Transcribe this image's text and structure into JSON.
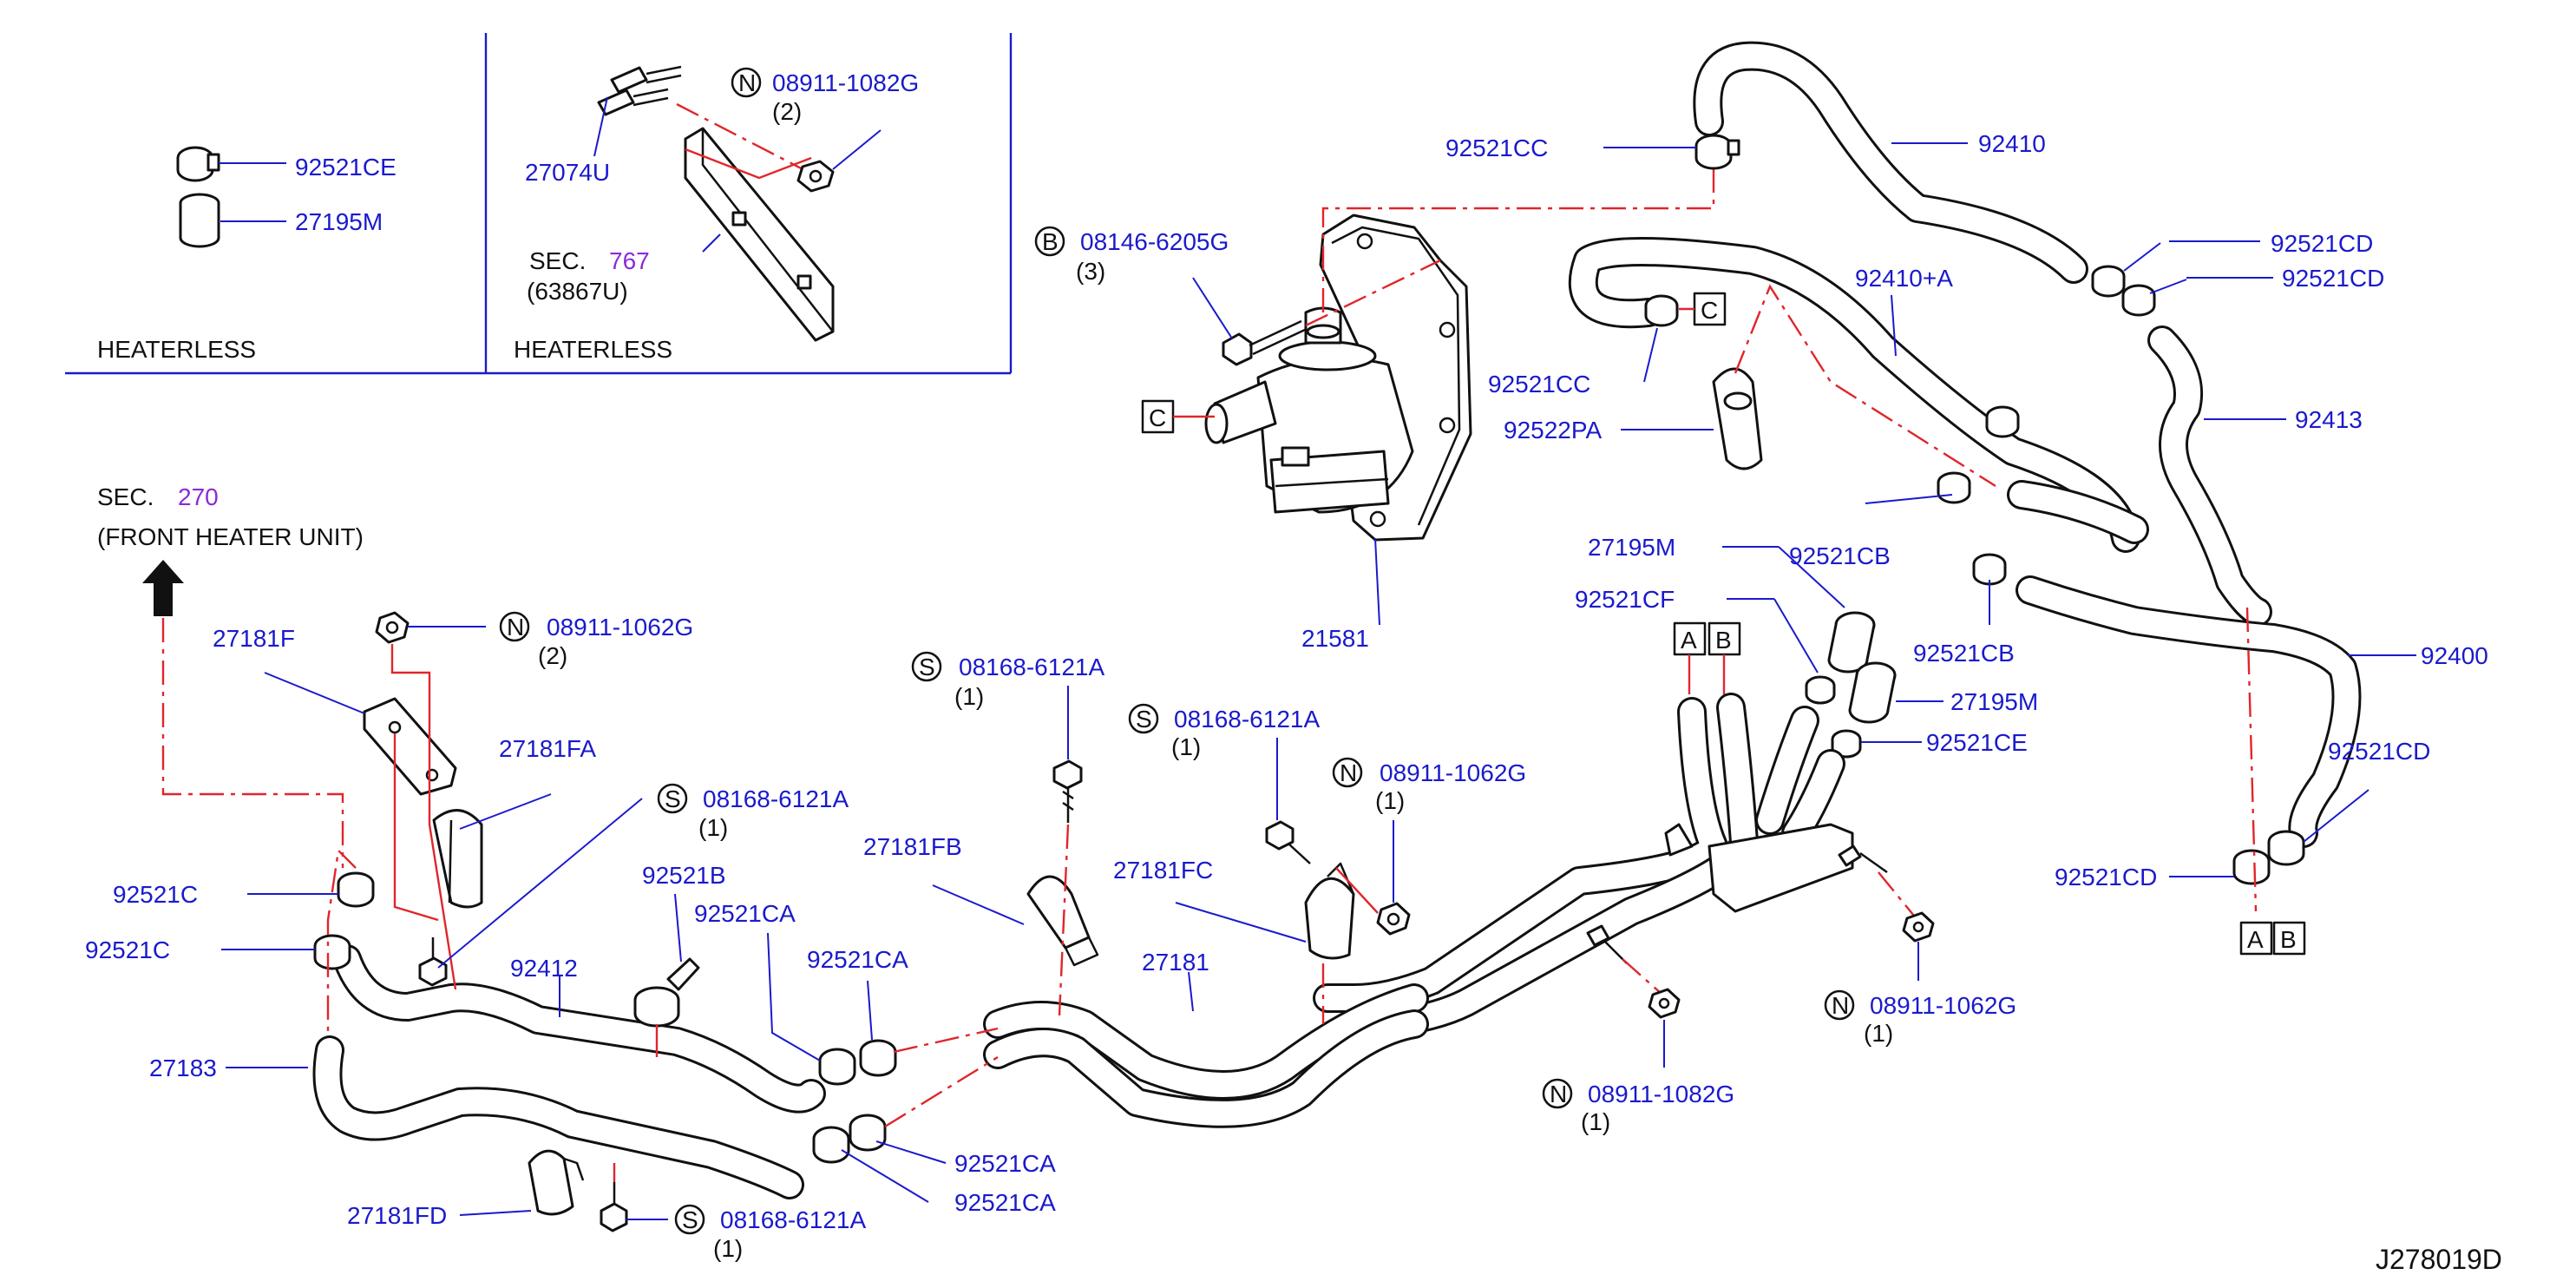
{
  "diagram_id": "J278019D",
  "sections": {
    "heaterless_left": "HEATERLESS",
    "heaterless_right": "HEATERLESS",
    "sec_767_prefix": "SEC.",
    "sec_767_number": "767",
    "sec_767_part": "(63867U)",
    "sec_270_prefix": "SEC.",
    "sec_270_number": "270",
    "sec_270_desc": "(FRONT   HEATER   UNIT)"
  },
  "symbols": {
    "n": "N",
    "s": "S",
    "b": "B"
  },
  "connectors": {
    "a": "A",
    "b": "B",
    "c": "C"
  },
  "labels": {
    "p92521CE_top": "92521CE",
    "p27195M_top": "27195M",
    "p27074U": "27074U",
    "p08911_1082G_top": "08911-1082G",
    "q_08911_1082G_top": "(2)",
    "p92521CC_top": "92521CC",
    "p92410": "92410",
    "p08146_6205G": "08146-6205G",
    "q_08146_6205G": "(3)",
    "p92410A": "92410+A",
    "p92521CD_1": "92521CD",
    "p92521CD_2": "92521CD",
    "p92521CC_mid": "92521CC",
    "p92522PA": "92522PA",
    "p92413": "92413",
    "p27195M_mid": "27195M",
    "p92521CB_1": "92521CB",
    "p21581": "21581",
    "p92521CF": "92521CF",
    "p92521CB_2": "92521CB",
    "p92400": "92400",
    "p27181F": "27181F",
    "p08911_1062G_top": "08911-1062G",
    "q_08911_1062G_top": "(2)",
    "p27195M_right": "27195M",
    "p92521CE_right": "92521CE",
    "p08168_6121A_1": "08168-6121A",
    "q_08168_6121A_1": "(1)",
    "p08168_6121A_2": "08168-6121A",
    "q_08168_6121A_2": "(1)",
    "p27181FA": "27181FA",
    "p08168_6121A_3": "08168-6121A",
    "q_08168_6121A_3": "(1)",
    "p08911_1062G_mid": "08911-1062G",
    "q_08911_1062G_mid": "(1)",
    "p92521CD_3": "92521CD",
    "p27181FB": "27181FB",
    "p92521B": "92521B",
    "p27181FC": "27181FC",
    "p92521C_1": "92521C",
    "p92521CA_1": "92521CA",
    "p92521C_2": "92521C",
    "p92521CA_2": "92521CA",
    "p27181": "27181",
    "p92412": "92412",
    "p92521CD_4": "92521CD",
    "p08911_1062G_bot": "08911-1062G",
    "q_08911_1062G_bot": "(1)",
    "p27183": "27183",
    "p08911_1082G_bot": "08911-1082G",
    "q_08911_1082G_bot": "(1)",
    "p92521CA_3": "92521CA",
    "p92521CA_4": "92521CA",
    "p27181FD": "27181FD",
    "p08168_6121A_4": "08168-6121A",
    "q_08168_6121A_4": "(1)"
  },
  "colors": {
    "part_number": "#1a1acc",
    "section_number": "#8a2bd6",
    "guide_line": "#e0262b",
    "outline": "#111111"
  },
  "icons": {
    "arrow": "up-arrow-icon",
    "hose_clamp": "hose-clamp-icon",
    "sleeve": "sleeve-icon",
    "bolt": "bolt-icon",
    "nut": "nut-icon"
  }
}
